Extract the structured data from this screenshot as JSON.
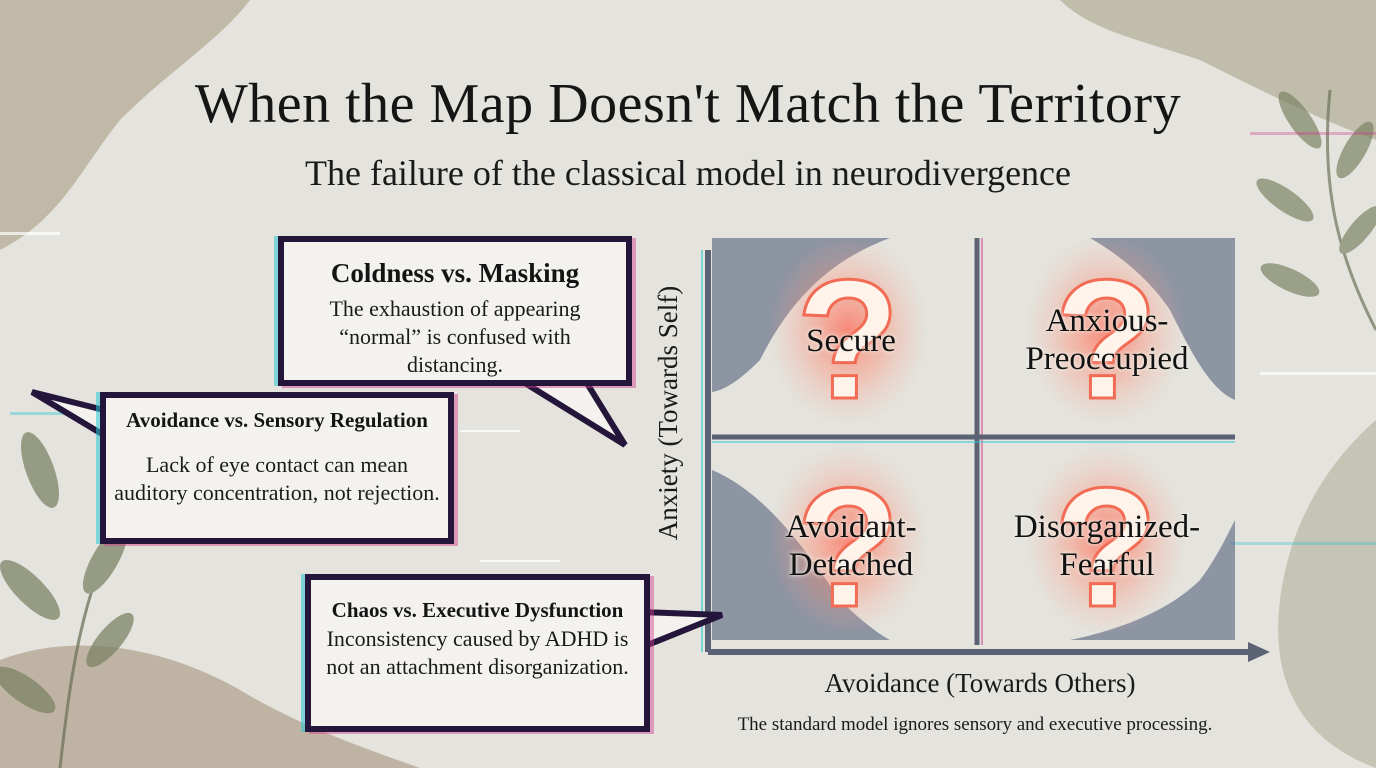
{
  "title": "When the Map Doesn't Match the Territory",
  "subtitle": "The failure of the classical model in neurodivergence",
  "callouts": [
    {
      "heading": "Coldness vs. Masking",
      "body": "The exhaustion of appearing “normal” is confused with distancing."
    },
    {
      "heading": "Avoidance vs. Sensory Regulation",
      "body": "Lack of eye contact can mean auditory concentration, not rejection."
    },
    {
      "heading": "Chaos vs. Executive Dysfunction",
      "body": "Inconsistency caused by ADHD is not an attachment disorganization."
    }
  ],
  "quadrants": {
    "secure": "Secure",
    "anxious_1": "Anxious-",
    "anxious_2": "Preoccupied",
    "avoidant_1": "Avoidant-",
    "avoidant_2": "Detached",
    "disorganized_1": "Disorganized-",
    "disorganized_2": "Fearful",
    "question_mark": "?"
  },
  "axes": {
    "y": "Anxiety (Towards Self)",
    "x": "Avoidance (Towards Others)"
  },
  "footnote": "The standard model ignores sensory and executive processing.",
  "colors": {
    "background": "#e4e3dd",
    "bubble_border": "#24163a",
    "glow": "#ff5a4a",
    "glitch_cyan": "#2ec8d2",
    "glitch_magenta": "#d23c8c",
    "leaf": "#7d8466",
    "blob": "#a4987c"
  }
}
